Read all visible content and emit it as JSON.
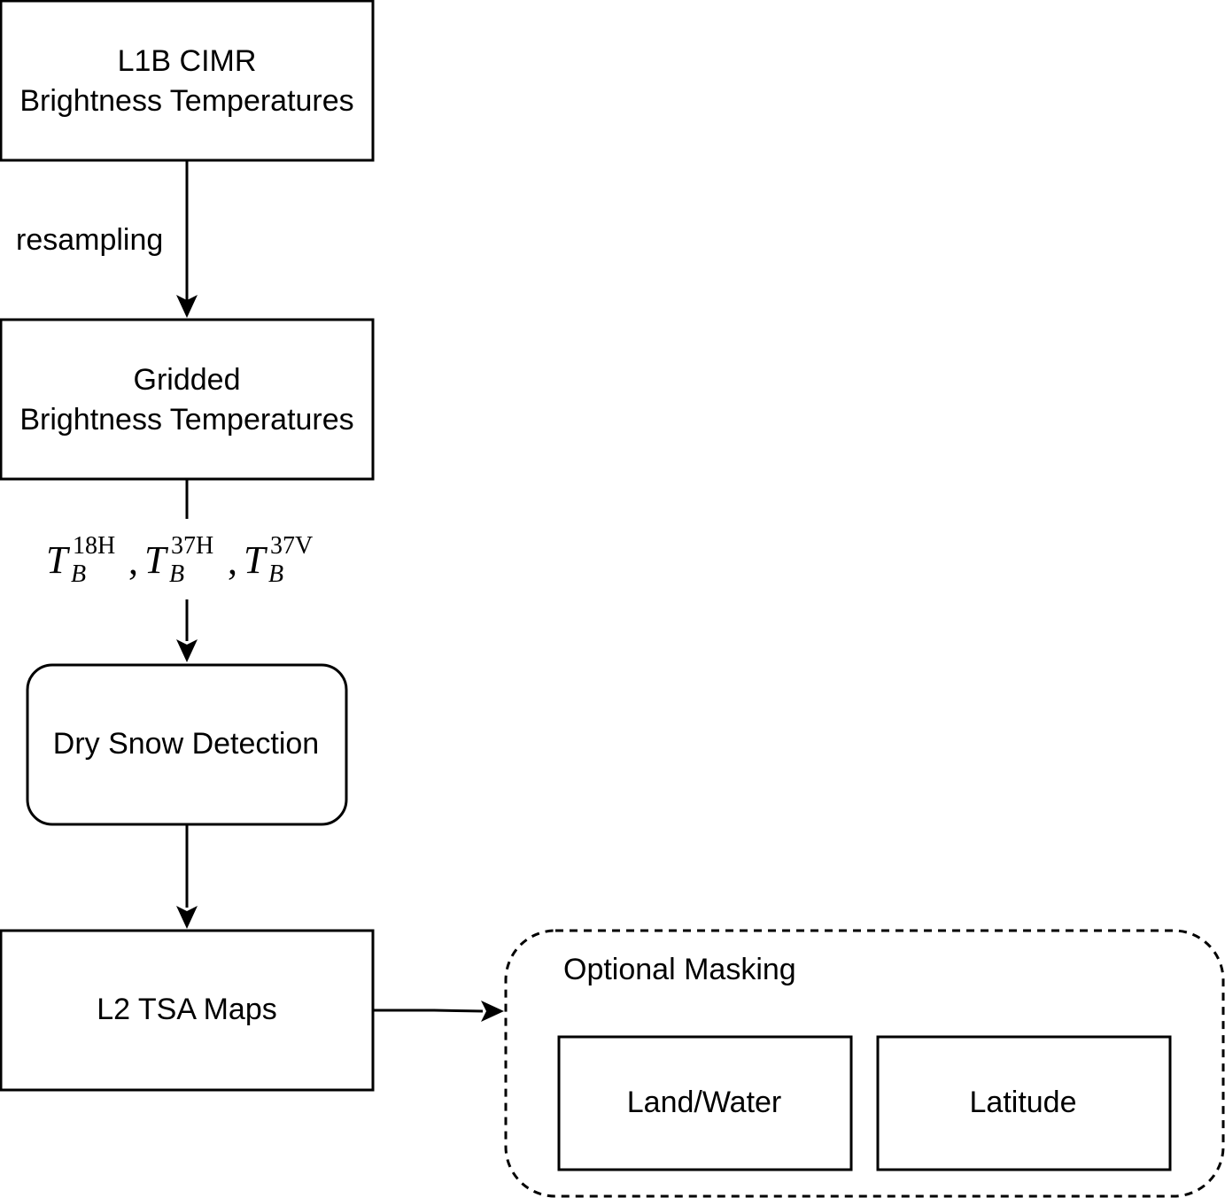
{
  "nodes": {
    "l1b": {
      "line1": "L1B CIMR",
      "line2": "Brightness Temperatures"
    },
    "gridded": {
      "line1": "Gridded",
      "line2": "Brightness Temperatures"
    },
    "dry_snow": {
      "label": "Dry Snow Detection"
    },
    "l2_tsa": {
      "label": "L2 TSA Maps"
    },
    "optional_masking": {
      "title": "Optional Masking",
      "land_water": "Land/Water",
      "latitude": "Latitude"
    }
  },
  "edges": {
    "resampling_label": "resampling",
    "channels": [
      {
        "symbol": "T",
        "sub": "B",
        "sup": "18H"
      },
      {
        "symbol": "T",
        "sub": "B",
        "sup": "37H"
      },
      {
        "symbol": "T",
        "sub": "B",
        "sup": "37V"
      }
    ],
    "separator": ","
  }
}
